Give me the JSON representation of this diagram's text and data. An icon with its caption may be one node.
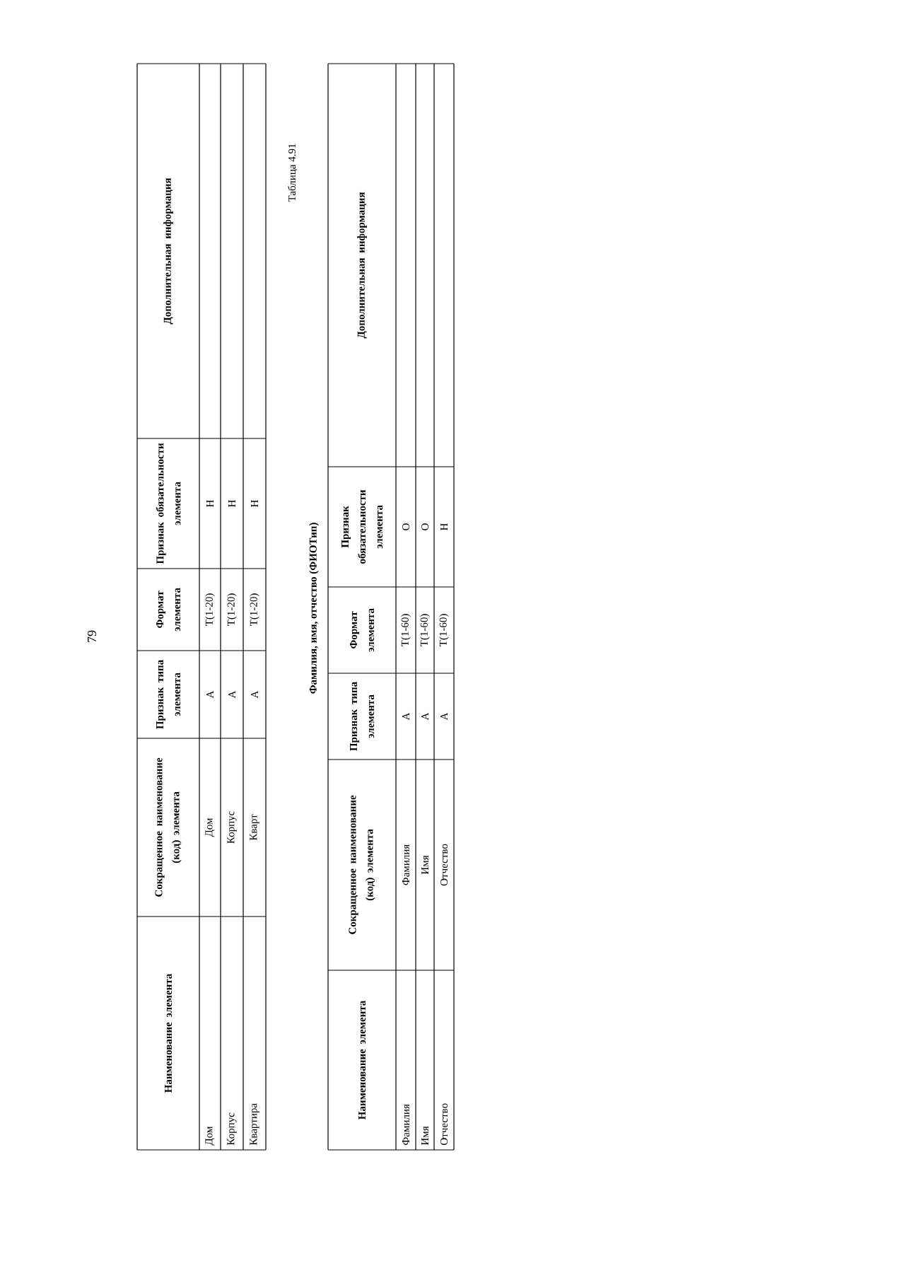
{
  "diagram": {
    "labels": [
      "79",
      "Наименование элемента",
      "Сокращенное наименование (код) элемента",
      "Признак типа элемента",
      "Формат элемента",
      "Признак обязательности элемента",
      "Дополнительная информация",
      "Дом",
      "Дом",
      "А",
      "T(1-20)",
      "Н",
      "Корпус",
      "Корпус",
      "А",
      "T(1-20)",
      "Н",
      "Квартира",
      "Кварт",
      "А",
      "T(1-20)",
      "Н",
      "Таблица 4.91",
      "Фамилия, имя, отчество (ФИОТип)",
      "Наименование элемента",
      "Сокращенное наименование (код) элемента",
      "Признак типа элемента",
      "Формат элемента",
      "Признак обязательности элемента",
      "Дополнительная информация",
      "Фамилия",
      "Фамилия",
      "А",
      "T(1-60)",
      "О",
      "Имя",
      "Имя",
      "А",
      "T(1-60)",
      "О",
      "Отчество",
      "Отчество",
      "А",
      "T(1-60)",
      "Н"
    ]
  }
}
